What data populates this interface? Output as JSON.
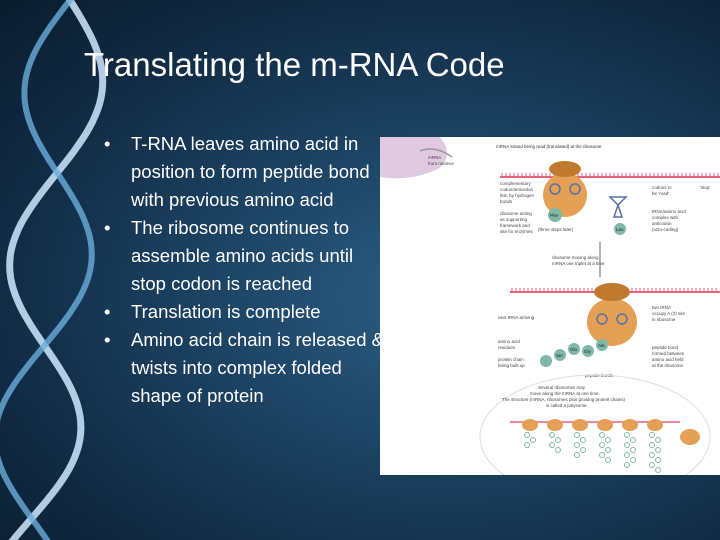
{
  "slide": {
    "title": "Translating the m-RNA Code",
    "bullets": [
      "T-RNA leaves amino acid in position to form peptide bond with previous amino acid",
      "The ribosome continues to assemble amino acids until stop codon is reached",
      "Translation is complete",
      "Amino acid chain is released & twists into complex folded shape of protein"
    ],
    "bullet_marker": "•"
  },
  "figure": {
    "top_caption": "mRNA strand being read (translated) at the ribosome",
    "labels_left": {
      "mrna_from_nucleus_1": "mRNA",
      "mrna_from_nucleus_2": "from nucleus",
      "complementary_1": "complementary",
      "complementary_2": "codon/anticodon",
      "complementary_3": "link, by hydrogen",
      "complementary_4": "bonds",
      "ribosome_acts_1": "ribosome acting",
      "ribosome_acts_2": "as supporting",
      "ribosome_acts_3": "framework and",
      "ribosome_acts_4": "site for enzymes",
      "new_trna_1": "next tRNA arriving",
      "amino_acid_1": "amino acid",
      "amino_acid_2": "residues",
      "protein_chain_1": "protein chain",
      "protein_chain_2": "being built up"
    },
    "labels_right": {
      "codons_1": "codons to",
      "codons_2": "be 'read'",
      "stop": "'stop'",
      "trna_1": "tRNA/amino acid",
      "trna_2": "complex with",
      "trna_3": "anticodon",
      "trna_4": "(uGu-coding)",
      "two_trna_1": "two tRNA",
      "two_trna_2": "occupy A (2) site",
      "two_trna_3": "in ribosome",
      "peptide_1": "peptide bond",
      "peptide_2": "formed between",
      "peptide_3": "amino acid held",
      "peptide_4": "at the ribosome"
    },
    "labels_center": {
      "three_steps": "(three steps later)",
      "ribosome_moves_1": "ribosome moving along",
      "ribosome_moves_2": "mRNA one triplet at a time",
      "peptide_bonds": "peptide bonds",
      "several_1": "Several ribosomes may",
      "several_2": "move along the mRNA at one time.",
      "several_3": "The structure (mRNA, ribosomes plus growing protein chains)",
      "several_4": "is called a polysome."
    },
    "aa_labels": [
      "Phe",
      "Leu",
      "Ala",
      "Gly",
      "Glu",
      "Ser"
    ],
    "colors": {
      "mrna": "#e8607a",
      "ribosome": "#e4a055",
      "ribosome_dark": "#c07a30",
      "trna": "#5a6fa5",
      "amino": "#7fb8a8",
      "nucleus": "#c9a6cf"
    }
  }
}
